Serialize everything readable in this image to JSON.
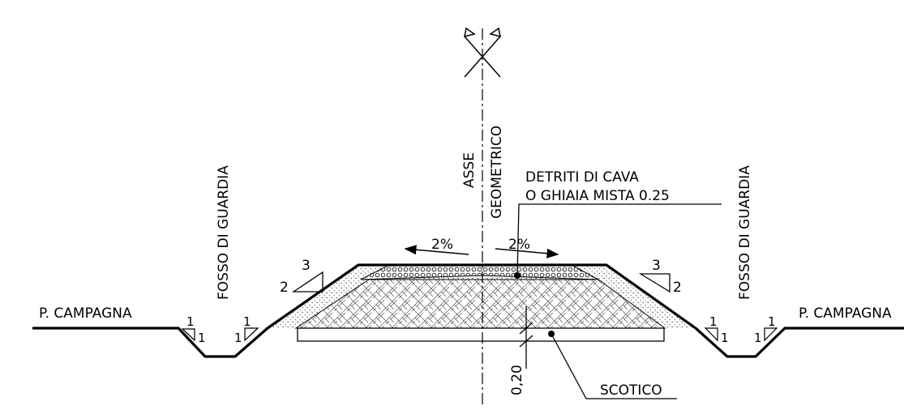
{
  "labels": {
    "p_campagna_left": "P. CAMPAGNA",
    "p_campagna_right": "P. CAMPAGNA",
    "fosso_left": "FOSSO DI GUARDIA",
    "fosso_right": "FOSSO DI GUARDIA",
    "asse": "ASSE",
    "geometrico": "GEOMETRICO",
    "detriti_line1": "DETRITI DI CAVA",
    "detriti_line2": "O GHIAIA MISTA 0.25",
    "slope_left_pct": "2%",
    "slope_right_pct": "2%",
    "scotico": "SCOTICO",
    "thickness": "0,20"
  },
  "slope_ratios": {
    "embankment_left": {
      "rise": "3",
      "run": "2"
    },
    "embankment_right": {
      "rise": "3",
      "run": "2"
    },
    "ditch_left_outer": {
      "rise": "1",
      "run": "1"
    },
    "ditch_left_inner": {
      "rise": "1",
      "run": "1"
    },
    "ditch_right_inner": {
      "rise": "1",
      "run": "1"
    },
    "ditch_right_outer": {
      "rise": "1",
      "run": "1"
    }
  }
}
